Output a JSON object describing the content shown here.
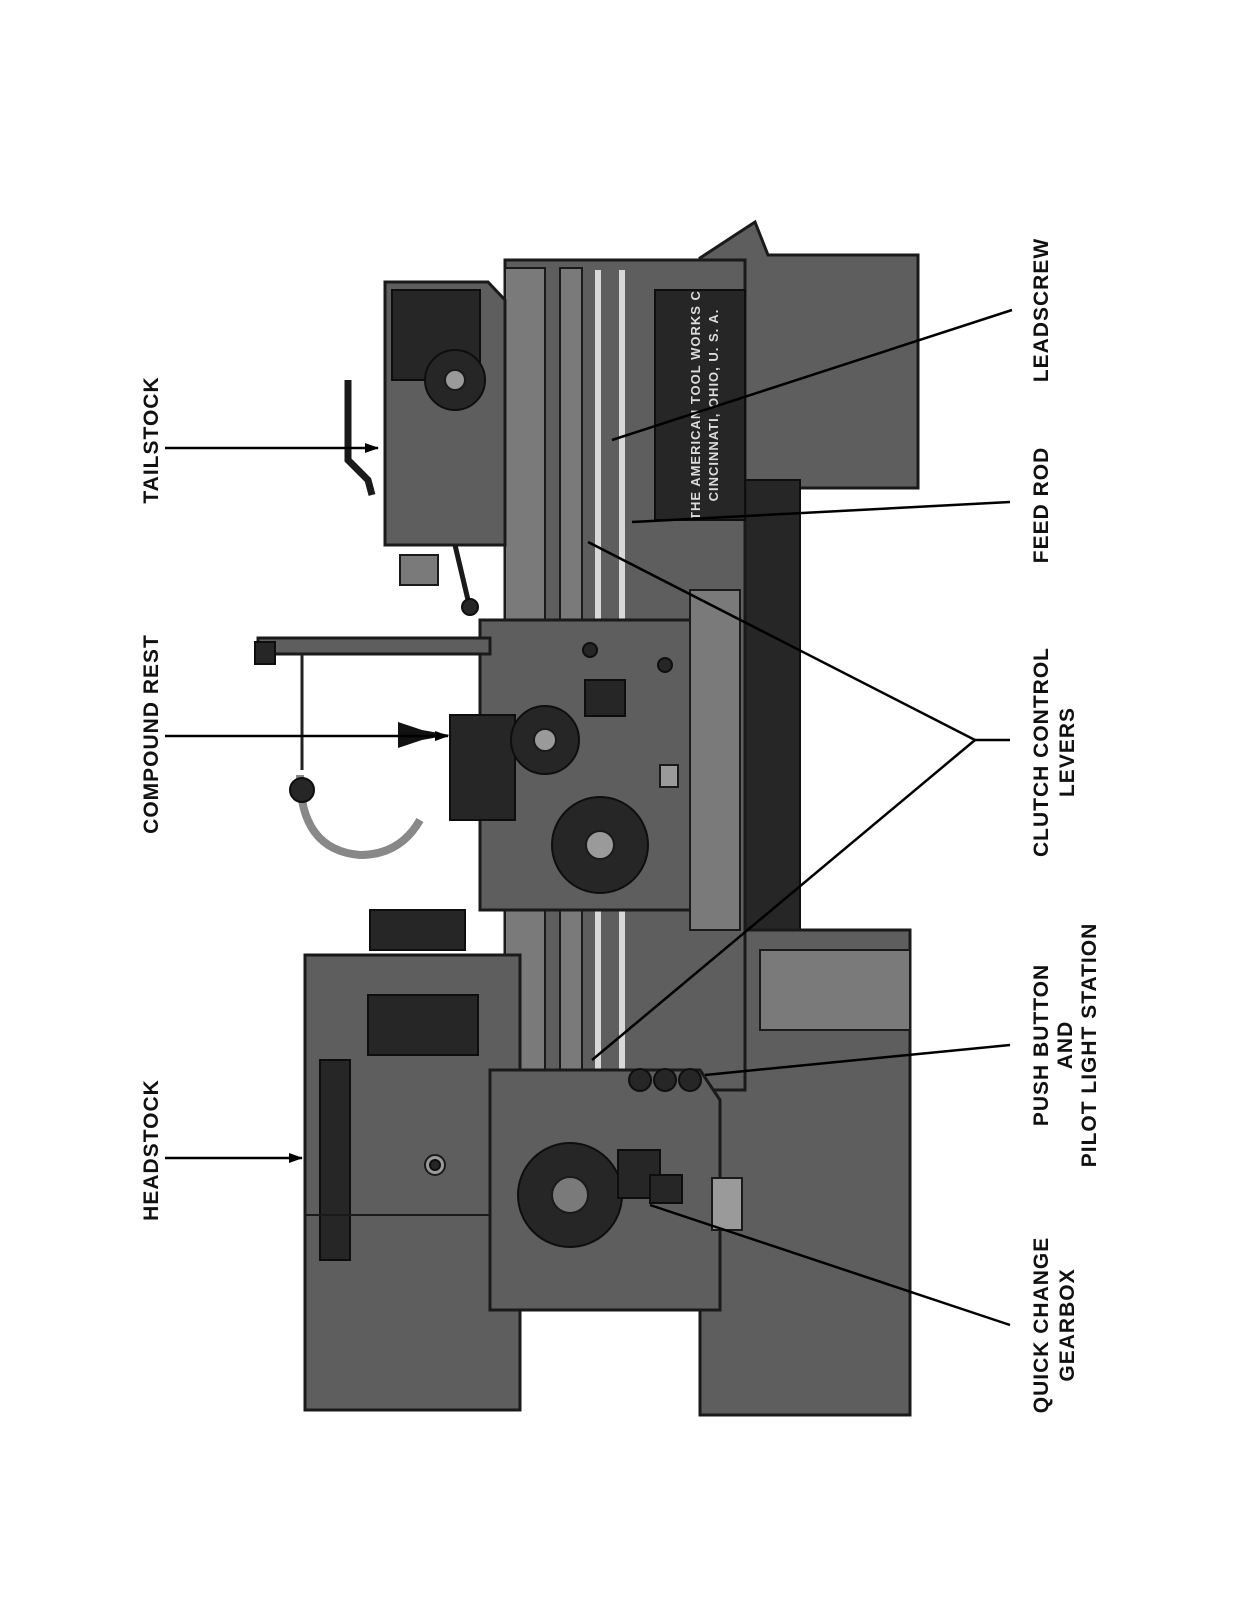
{
  "labels": {
    "headstock": "HEADSTOCK",
    "compound_rest": "COMPOUND REST",
    "tailstock": "TAILSTOCK",
    "quick_change_gearbox": [
      "QUICK CHANGE",
      "GEARBOX"
    ],
    "push_button_station": [
      "PUSH BUTTON",
      "AND",
      "PILOT LIGHT STATION"
    ],
    "clutch_control_levers": [
      "CLUTCH CONTROL",
      "LEVERS"
    ],
    "feed_rod": "FEED ROD",
    "leadscrew": "LEADSCREW"
  },
  "nameplate": [
    "THE AMERICAN TOOL WORKS C",
    "CINCINNATI, OHIO, U. S. A."
  ]
}
